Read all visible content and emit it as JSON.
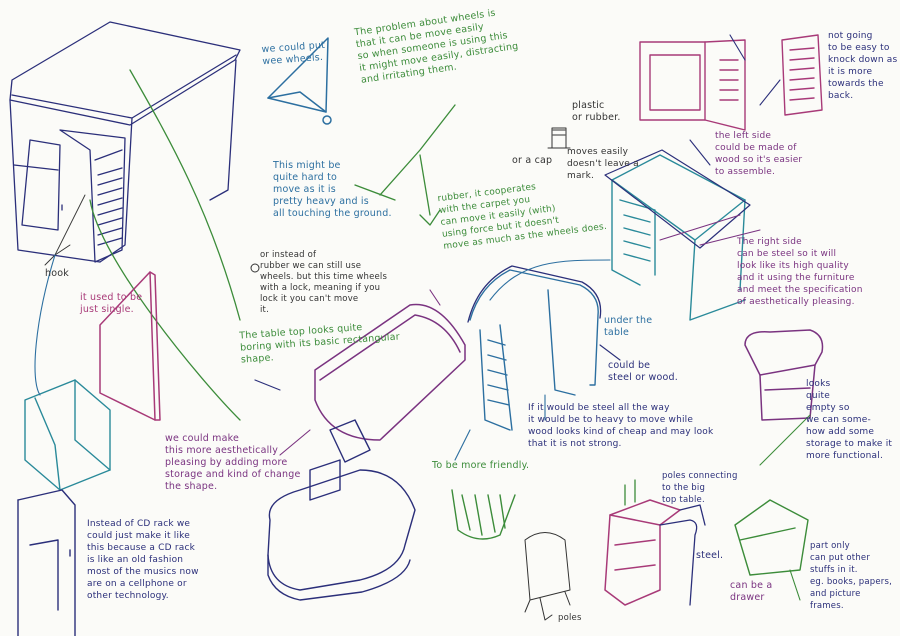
{
  "colors": {
    "blue": "#2c6fa0",
    "green": "#3c8c3a",
    "purple": "#7a3380",
    "navy": "#2b2f7a",
    "teal": "#2a8a9a",
    "pink": "#a83a78",
    "pencil": "#333333"
  },
  "notes": {
    "we_could_put_wheels": "we could put\nwee wheels.",
    "wheels_problem": "The problem about wheels is\nthat it can be move easily\nso when someone is using this\nit might move easily, distracting\nand irritating them.",
    "plastic_or_rubber": "plastic\nor rubber.",
    "or_a_cap": "or a cap",
    "moves_easily": "moves easily\ndoesn't leave a\nmark.",
    "not_easy_knock": "not going\nto be easy to\nknock down as\nit is more\ntowards the\nback.",
    "left_side_wood": "the left side\ncould be made of\nwood so it's easier\nto assemble.",
    "hard_to_move": "This might be\nquite hard to\nmove as it is\npretty heavy and is\nall touching the ground.",
    "rubber_carpet": "rubber, it cooperates\nwith the carpet you\ncan move it easily (with)\nusing force but it doesn't\nmove as much as the wheels does.",
    "instead_rubber": "or instead of\nrubber we can still use\nwheels. but this time wheels\nwith a lock, meaning if you\nlock it you can't move\nit.",
    "hook": "hook",
    "used_single": "it used to be\njust single.",
    "table_top_boring": "The table top looks quite\nboring with its basic rectangular\nshape.",
    "under_table": "under the\ntable",
    "steel_or_wood": "could be\nsteel or wood.",
    "right_side_steel": "The right side\ncan be steel so it will\nlook like its high quality\nand it using the furniture\nand meet the specification\nof aesthetically pleasing.",
    "steel_heavy": "If it would be steel all the way\nit would be to heavy to move while\nwood looks kind of cheap and may look\nthat it is not strong.",
    "more_friendly": "To be more friendly.",
    "looks_empty": "looks\nquite\nempty so\nwe can some-\nhow add some\nstorage to make it\nmore functional.",
    "aesthetically_storage": "we could make\nthis more aesthetically\npleasing by adding more\nstorage and kind of change\nthe shape.",
    "cd_rack": "Instead of CD rack we\ncould just make it like\nthis because a CD rack\nis like an old fashion\nmost of the musics now\nare on a cellphone or\nother technology.",
    "poles_connecting": "poles connecting\nto the big\ntop table.",
    "steel": "steel.",
    "can_be_drawer": "can be a\ndrawer",
    "part_only": "part only\ncan put other\nstuffs in it.\neg. books, papers,\nand picture\nframes.",
    "poles": "poles"
  }
}
